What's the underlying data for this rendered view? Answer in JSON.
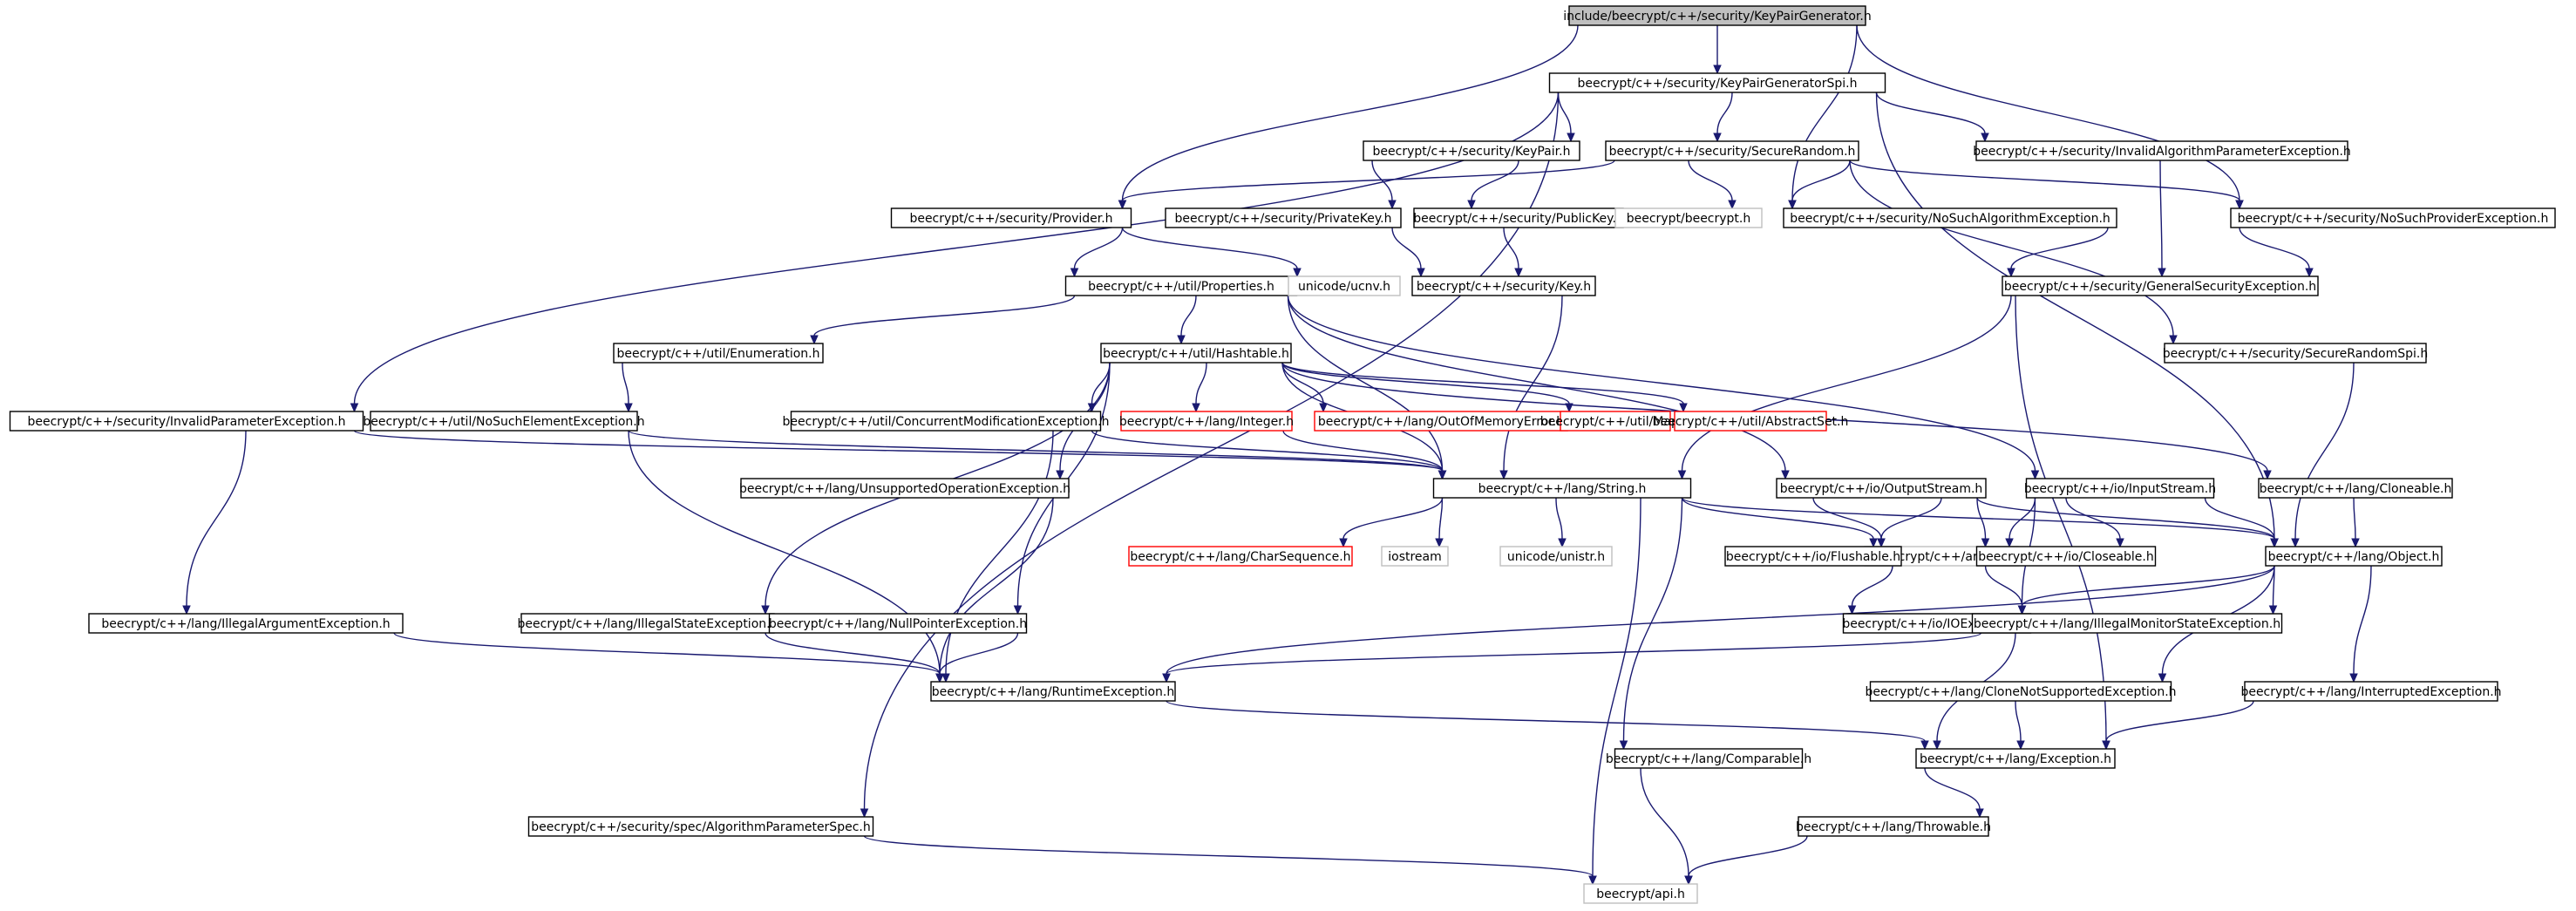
{
  "diagram": {
    "type": "include-dependency-graph",
    "colors": {
      "edge": "#191970",
      "node_border": "#000000",
      "root_fill": "#bfbfbf",
      "missing_border": "#ff0000",
      "external_border": "#bfbfbf"
    },
    "nodes": [
      {
        "id": "root",
        "label": "include/beecrypt/c++/security/KeyPairGenerator.h",
        "kind": "root"
      },
      {
        "id": "kpgspi",
        "label": "beecrypt/c++/security/KeyPairGeneratorSpi.h",
        "kind": "normal"
      },
      {
        "id": "keypair",
        "label": "beecrypt/c++/security/KeyPair.h",
        "kind": "normal"
      },
      {
        "id": "securerandom",
        "label": "beecrypt/c++/security/SecureRandom.h",
        "kind": "normal"
      },
      {
        "id": "invalgparam",
        "label": "beecrypt/c++/security/InvalidAlgorithmParameterException.h",
        "kind": "normal"
      },
      {
        "id": "provider",
        "label": "beecrypt/c++/security/Provider.h",
        "kind": "normal"
      },
      {
        "id": "privatekey",
        "label": "beecrypt/c++/security/PrivateKey.h",
        "kind": "normal"
      },
      {
        "id": "publickey",
        "label": "beecrypt/c++/security/PublicKey.h",
        "kind": "normal"
      },
      {
        "id": "beecrypth",
        "label": "beecrypt/beecrypt.h",
        "kind": "external"
      },
      {
        "id": "nosuchalg",
        "label": "beecrypt/c++/security/NoSuchAlgorithmException.h",
        "kind": "normal"
      },
      {
        "id": "nosuchprov",
        "label": "beecrypt/c++/security/NoSuchProviderException.h",
        "kind": "normal"
      },
      {
        "id": "properties",
        "label": "beecrypt/c++/util/Properties.h",
        "kind": "normal"
      },
      {
        "id": "ucnv",
        "label": "unicode/ucnv.h",
        "kind": "external"
      },
      {
        "id": "key",
        "label": "beecrypt/c++/security/Key.h",
        "kind": "normal"
      },
      {
        "id": "gensec",
        "label": "beecrypt/c++/security/GeneralSecurityException.h",
        "kind": "normal"
      },
      {
        "id": "enumeration",
        "label": "beecrypt/c++/util/Enumeration.h",
        "kind": "normal"
      },
      {
        "id": "hashtable",
        "label": "beecrypt/c++/util/Hashtable.h",
        "kind": "normal"
      },
      {
        "id": "securerandomspi",
        "label": "beecrypt/c++/security/SecureRandomSpi.h",
        "kind": "normal"
      },
      {
        "id": "invparam",
        "label": "beecrypt/c++/security/InvalidParameterException.h",
        "kind": "normal"
      },
      {
        "id": "nosuchelem",
        "label": "beecrypt/c++/util/NoSuchElementException.h",
        "kind": "normal"
      },
      {
        "id": "concmod",
        "label": "beecrypt/c++/util/ConcurrentModificationException.h",
        "kind": "normal"
      },
      {
        "id": "integer",
        "label": "beecrypt/c++/lang/Integer.h",
        "kind": "missing"
      },
      {
        "id": "outofmem",
        "label": "beecrypt/c++/lang/OutOfMemoryError.h",
        "kind": "missing"
      },
      {
        "id": "map",
        "label": "beecrypt/c++/util/Map.h",
        "kind": "missing"
      },
      {
        "id": "abstractset",
        "label": "beecrypt/c++/util/AbstractSet.h",
        "kind": "missing"
      },
      {
        "id": "unsupported",
        "label": "beecrypt/c++/lang/UnsupportedOperationException.h",
        "kind": "normal"
      },
      {
        "id": "string",
        "label": "beecrypt/c++/lang/String.h",
        "kind": "normal"
      },
      {
        "id": "outputstream",
        "label": "beecrypt/c++/io/OutputStream.h",
        "kind": "normal"
      },
      {
        "id": "inputstream",
        "label": "beecrypt/c++/io/InputStream.h",
        "kind": "normal"
      },
      {
        "id": "cloneable",
        "label": "beecrypt/c++/lang/Cloneable.h",
        "kind": "normal"
      },
      {
        "id": "charseq",
        "label": "beecrypt/c++/lang/CharSequence.h",
        "kind": "missing"
      },
      {
        "id": "iostream",
        "label": "iostream",
        "kind": "external"
      },
      {
        "id": "unistr",
        "label": "unicode/unistr.h",
        "kind": "external"
      },
      {
        "id": "array",
        "label": "beecrypt/c++/array.h",
        "kind": "external"
      },
      {
        "id": "flushable",
        "label": "beecrypt/c++/io/Flushable.h",
        "kind": "normal"
      },
      {
        "id": "closeable",
        "label": "beecrypt/c++/io/Closeable.h",
        "kind": "normal"
      },
      {
        "id": "object",
        "label": "beecrypt/c++/lang/Object.h",
        "kind": "normal"
      },
      {
        "id": "illegalarg",
        "label": "beecrypt/c++/lang/IllegalArgumentException.h",
        "kind": "normal"
      },
      {
        "id": "illegalstate",
        "label": "beecrypt/c++/lang/IllegalStateException.h",
        "kind": "normal"
      },
      {
        "id": "nullptr",
        "label": "beecrypt/c++/lang/NullPointerException.h",
        "kind": "normal"
      },
      {
        "id": "ioexception",
        "label": "beecrypt/c++/io/IOException.h",
        "kind": "normal"
      },
      {
        "id": "illegalmonitor",
        "label": "beecrypt/c++/lang/IllegalMonitorStateException.h",
        "kind": "normal"
      },
      {
        "id": "runtime",
        "label": "beecrypt/c++/lang/RuntimeException.h",
        "kind": "normal"
      },
      {
        "id": "clonenotsup",
        "label": "beecrypt/c++/lang/CloneNotSupportedException.h",
        "kind": "normal"
      },
      {
        "id": "interrupted",
        "label": "beecrypt/c++/lang/InterruptedException.h",
        "kind": "normal"
      },
      {
        "id": "comparable",
        "label": "beecrypt/c++/lang/Comparable.h",
        "kind": "normal"
      },
      {
        "id": "exception",
        "label": "beecrypt/c++/lang/Exception.h",
        "kind": "normal"
      },
      {
        "id": "algparamspec",
        "label": "beecrypt/c++/security/spec/AlgorithmParameterSpec.h",
        "kind": "normal"
      },
      {
        "id": "throwable",
        "label": "beecrypt/c++/lang/Throwable.h",
        "kind": "normal"
      },
      {
        "id": "apih",
        "label": "beecrypt/api.h",
        "kind": "external"
      }
    ],
    "edges": [
      [
        "root",
        "kpgspi"
      ],
      [
        "root",
        "provider"
      ],
      [
        "root",
        "nosuchalg"
      ],
      [
        "root",
        "nosuchprov"
      ],
      [
        "kpgspi",
        "keypair"
      ],
      [
        "kpgspi",
        "securerandom"
      ],
      [
        "kpgspi",
        "invalgparam"
      ],
      [
        "kpgspi",
        "invparam"
      ],
      [
        "kpgspi",
        "algparamspec"
      ],
      [
        "kpgspi",
        "object"
      ],
      [
        "keypair",
        "privatekey"
      ],
      [
        "keypair",
        "publickey"
      ],
      [
        "securerandom",
        "provider"
      ],
      [
        "securerandom",
        "beecrypth"
      ],
      [
        "securerandom",
        "nosuchalg"
      ],
      [
        "securerandom",
        "nosuchprov"
      ],
      [
        "securerandom",
        "securerandomspi"
      ],
      [
        "invalgparam",
        "gensec"
      ],
      [
        "provider",
        "properties"
      ],
      [
        "provider",
        "ucnv"
      ],
      [
        "privatekey",
        "key"
      ],
      [
        "publickey",
        "key"
      ],
      [
        "nosuchalg",
        "gensec"
      ],
      [
        "nosuchprov",
        "gensec"
      ],
      [
        "properties",
        "enumeration"
      ],
      [
        "properties",
        "hashtable"
      ],
      [
        "properties",
        "string"
      ],
      [
        "properties",
        "outputstream"
      ],
      [
        "properties",
        "inputstream"
      ],
      [
        "key",
        "string"
      ],
      [
        "gensec",
        "string"
      ],
      [
        "gensec",
        "exception"
      ],
      [
        "enumeration",
        "nosuchelem"
      ],
      [
        "hashtable",
        "concmod"
      ],
      [
        "hashtable",
        "integer"
      ],
      [
        "hashtable",
        "outofmem"
      ],
      [
        "hashtable",
        "map"
      ],
      [
        "hashtable",
        "abstractset"
      ],
      [
        "hashtable",
        "cloneable"
      ],
      [
        "hashtable",
        "unsupported"
      ],
      [
        "hashtable",
        "illegalstate"
      ],
      [
        "hashtable",
        "nullptr"
      ],
      [
        "hashtable",
        "string"
      ],
      [
        "securerandomspi",
        "object"
      ],
      [
        "invparam",
        "illegalarg"
      ],
      [
        "invparam",
        "string"
      ],
      [
        "nosuchelem",
        "runtime"
      ],
      [
        "nosuchelem",
        "string"
      ],
      [
        "concmod",
        "runtime"
      ],
      [
        "concmod",
        "string"
      ],
      [
        "integer",
        "string"
      ],
      [
        "unsupported",
        "runtime"
      ],
      [
        "string",
        "charseq"
      ],
      [
        "string",
        "iostream"
      ],
      [
        "string",
        "unistr"
      ],
      [
        "string",
        "array"
      ],
      [
        "string",
        "object"
      ],
      [
        "string",
        "comparable"
      ],
      [
        "string",
        "apih"
      ],
      [
        "outputstream",
        "flushable"
      ],
      [
        "outputstream",
        "closeable"
      ],
      [
        "outputstream",
        "array"
      ],
      [
        "outputstream",
        "object"
      ],
      [
        "inputstream",
        "closeable"
      ],
      [
        "inputstream",
        "array"
      ],
      [
        "inputstream",
        "object"
      ],
      [
        "inputstream",
        "ioexception"
      ],
      [
        "cloneable",
        "object"
      ],
      [
        "flushable",
        "ioexception"
      ],
      [
        "closeable",
        "ioexception"
      ],
      [
        "object",
        "ioexception"
      ],
      [
        "object",
        "illegalmonitor"
      ],
      [
        "object",
        "clonenotsup"
      ],
      [
        "object",
        "interrupted"
      ],
      [
        "object",
        "runtime"
      ],
      [
        "illegalarg",
        "runtime"
      ],
      [
        "illegalstate",
        "runtime"
      ],
      [
        "nullptr",
        "runtime"
      ],
      [
        "illegalmonitor",
        "runtime"
      ],
      [
        "ioexception",
        "exception"
      ],
      [
        "runtime",
        "exception"
      ],
      [
        "clonenotsup",
        "exception"
      ],
      [
        "interrupted",
        "exception"
      ],
      [
        "comparable",
        "apih"
      ],
      [
        "exception",
        "throwable"
      ],
      [
        "algparamspec",
        "apih"
      ],
      [
        "throwable",
        "apih"
      ]
    ]
  }
}
